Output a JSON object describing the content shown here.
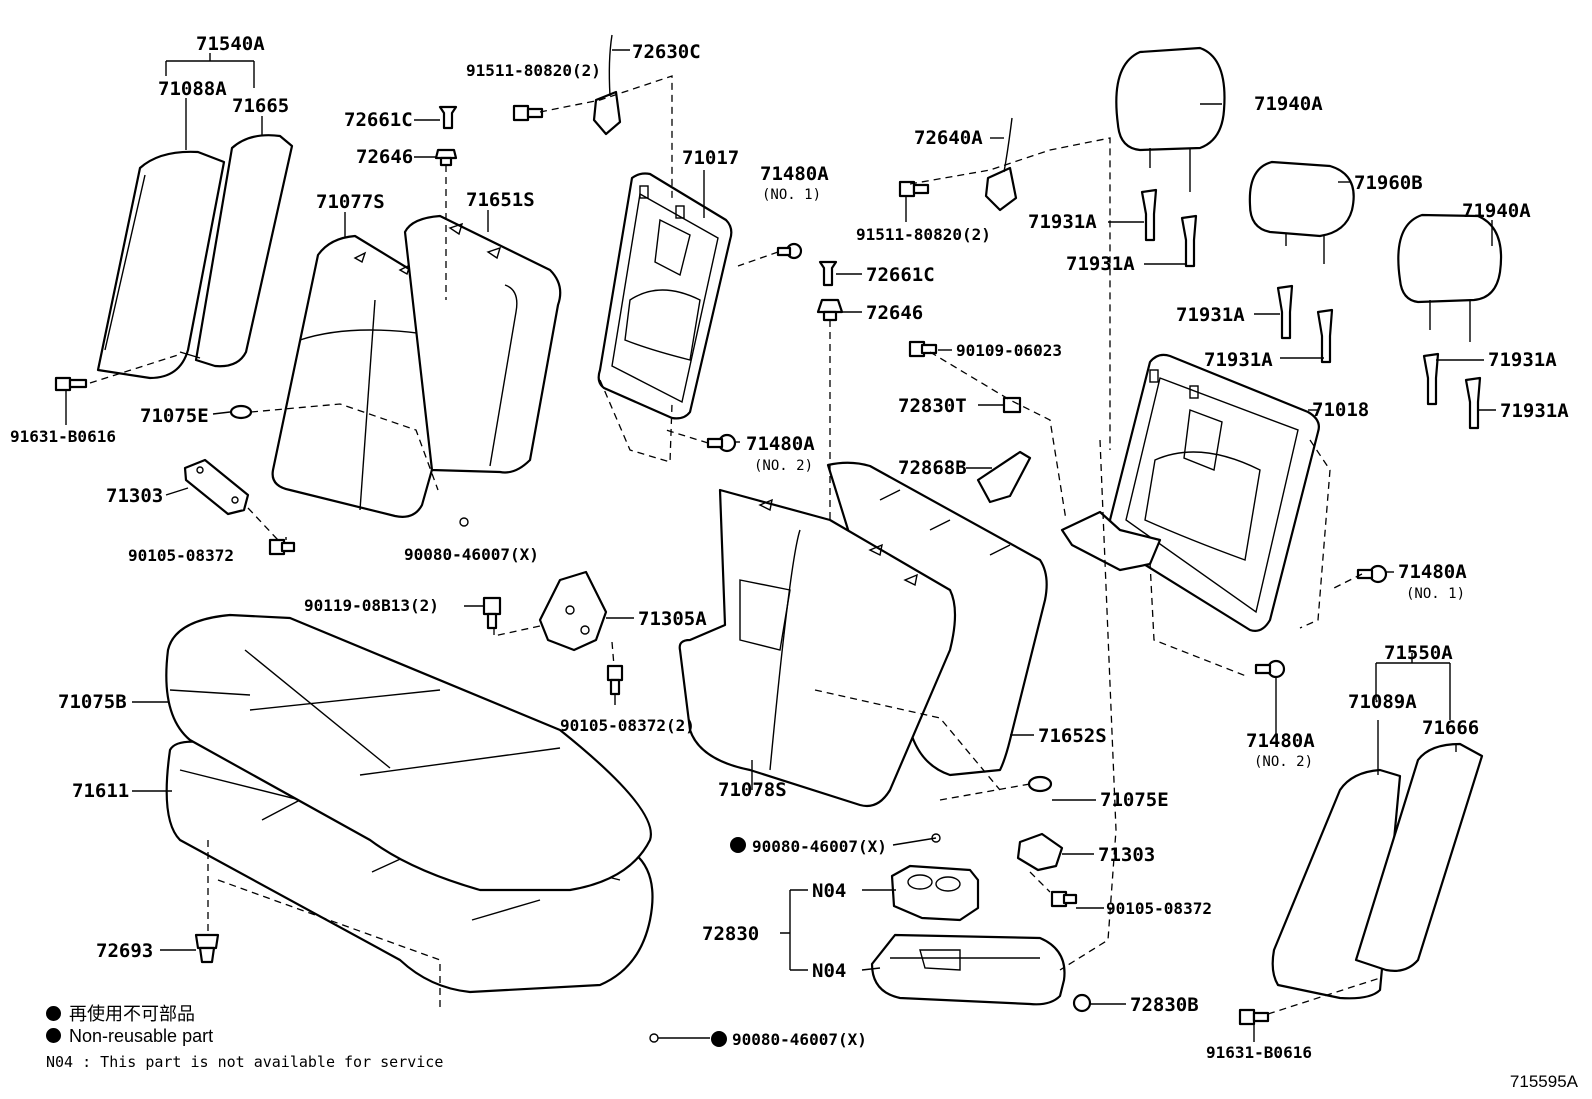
{
  "labels": {
    "l71540A": "71540A",
    "l71088A": "71088A",
    "l71665": "71665",
    "l91631B0616_left": "91631-B0616",
    "l71075E_left": "71075E",
    "l71303_left": "71303",
    "l90105_08372_left": "90105-08372",
    "l72661C_top": "72661C",
    "l72646_top": "72646",
    "l71077S": "71077S",
    "l71651S": "71651S",
    "l90080_46007_a": "90080-46007(X)",
    "l91511_80820_a": "91511-80820(2)",
    "l72630C": "72630C",
    "l71017": "71017",
    "l71480A_no1_a": "71480A",
    "l71480A_no2_a": "71480A",
    "l72661C_mid": "72661C",
    "l72646_mid": "72646",
    "l72640A": "72640A",
    "l91511_80820_b": "91511-80820(2)",
    "l90109_06023": "90109-06023",
    "l72830T": "72830T",
    "l72868B": "72868B",
    "l71940A_a": "71940A",
    "l71960B": "71960B",
    "l71940A_b": "71940A",
    "l71931A_1": "71931A",
    "l71931A_2": "71931A",
    "l71931A_3": "71931A",
    "l71931A_4": "71931A",
    "l71931A_5": "71931A",
    "l71931A_6": "71931A",
    "l71018": "71018",
    "l71480A_no1_b": "71480A",
    "l71480A_no2_b": "71480A",
    "l90119_08B13": "90119-08B13(2)",
    "l71305A": "71305A",
    "l90105_08372_2": "90105-08372(2)",
    "l71075B": "71075B",
    "l71611": "71611",
    "l72693": "72693",
    "l71078S": "71078S",
    "l71652S": "71652S",
    "l71075E_right": "71075E",
    "l90080_46007_b": "90080-46007(X)",
    "l71303_right": "71303",
    "l90105_08372_right": "90105-08372",
    "l72830": "72830",
    "lN04_a": "N04",
    "lN04_b": "N04",
    "l72830B": "72830B",
    "l90080_46007_c": "90080-46007(X)",
    "l71550A": "71550A",
    "l71089A": "71089A",
    "l71666": "71666",
    "l91631B0616_right": "91631-B0616"
  },
  "sublabels": {
    "no1_a": "(NO. 1)",
    "no2_a": "(NO. 2)",
    "no1_b": "(NO. 1)",
    "no2_b": "(NO. 2)"
  },
  "legend": {
    "jp": "再使用不可部品",
    "en": "Non-reusable part"
  },
  "note": "N04 : This part is not available for service",
  "figure_number": "715595A"
}
